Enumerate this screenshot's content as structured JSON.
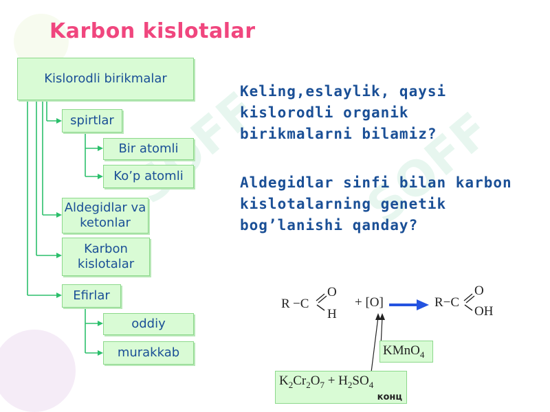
{
  "title": "Karbon kislotalar",
  "tree": {
    "root": "Kislorodli birikmalar",
    "spirtlar": "spirtlar",
    "bir_atomli": "Bir atomli",
    "kop_atomli": "Ko’p atomli",
    "aldegidlar": "Aldegidlar va ketonlar",
    "karbon": "Karbon kislotalar",
    "efirlar": "Efirlar",
    "oddiy": "oddiy",
    "murakkab": "murakkab"
  },
  "questions": {
    "q1": [
      "Keling,eslaylik, qaysi",
      "kislorodli organik",
      "birikmalarni bilamiz?"
    ],
    "q2": [
      "Aldegidlar sinfi bilan karbon",
      "kislotalarning genetik",
      "bog’lanishi qanday?"
    ]
  },
  "reaction": {
    "left_r": "R",
    "bond": "−C",
    "o_top": "O",
    "h_bottom": "H",
    "plus_o": "+ [O]",
    "right_rc": "R−C",
    "o_top2": "O",
    "oh": "OH",
    "kmno4_main": "KMnO",
    "kmno4_sub": "4",
    "k2_a": "K",
    "k2_a_sub": "2",
    "k2_b": "Cr",
    "k2_b_sub": "2",
    "k2_c": "O",
    "k2_c_sub": "7",
    "plus_h": " + H",
    "h_sub": "2",
    "so": "SO",
    "so_sub": "4",
    "konc": "конц"
  },
  "colors": {
    "title": "#f0467e",
    "text": "#1a4f96",
    "box_fill": "#d9fbd5",
    "box_border": "#8bd88a",
    "arrow": "#2453e0"
  }
}
